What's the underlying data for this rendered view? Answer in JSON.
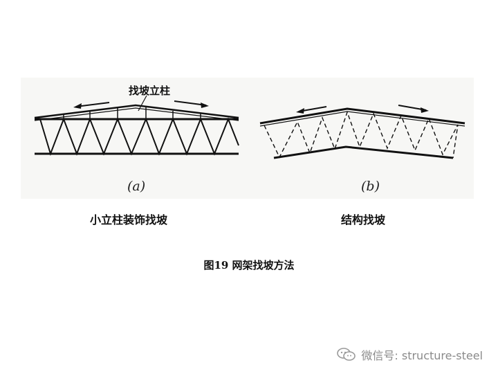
{
  "diagram_a": {
    "callout": "找坡立柱",
    "sub_letter": "(a)",
    "caption": "小立柱装饰找坡"
  },
  "diagram_b": {
    "sub_letter": "(b)",
    "caption": "结构找坡"
  },
  "figure_title": "图19 网架找坡方法",
  "watermark": {
    "icon": "wechat-icon",
    "text": "微信号: structure-steel"
  }
}
